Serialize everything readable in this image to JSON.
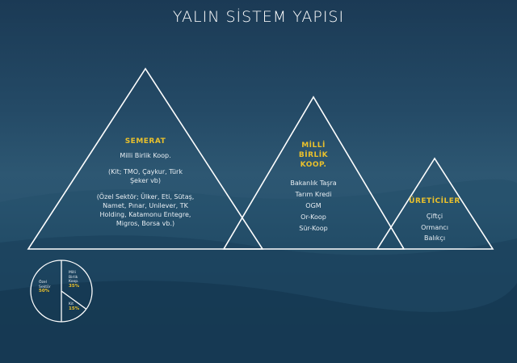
{
  "title": "YALIN SİSTEM YAPISI",
  "semerat": {
    "heading": "SEMERAT",
    "line1": "Milli Birlik Koop.",
    "line2": "(Kit; TMO, Çaykur, Türk Şeker vb)",
    "line3": "(Özel Sektör; Ülker, Eti, Sütaş, Namet, Pınar, Unilever, TK Holding, Katamonu Entegre, Migros, Borsa vb.)"
  },
  "milli_birlik": {
    "heading": [
      "MİLLİ",
      "BİRLİK",
      "KOOP."
    ],
    "items": [
      "Bakanlık Taşra",
      "Tarım Kredi",
      "OGM",
      "Or-Koop",
      "Sür-Koop"
    ]
  },
  "ureticiler": {
    "heading": "ÜRETİCİLER",
    "items": [
      "Çiftçi",
      "Ormancı",
      "Balıkçı"
    ]
  },
  "pie": {
    "slices": [
      {
        "label": [
          "Özel",
          "Sektör"
        ],
        "value_label": "50%",
        "value": 50
      },
      {
        "label": [
          "Milli",
          "Birlik",
          "Koop."
        ],
        "value_label": "35%",
        "value": 35
      },
      {
        "label": [
          "Kit"
        ],
        "value_label": "15%",
        "value": 15
      }
    ]
  },
  "colors": {
    "accent": "#e9c02c",
    "line": "#ffffff",
    "background": "#1f4762"
  }
}
